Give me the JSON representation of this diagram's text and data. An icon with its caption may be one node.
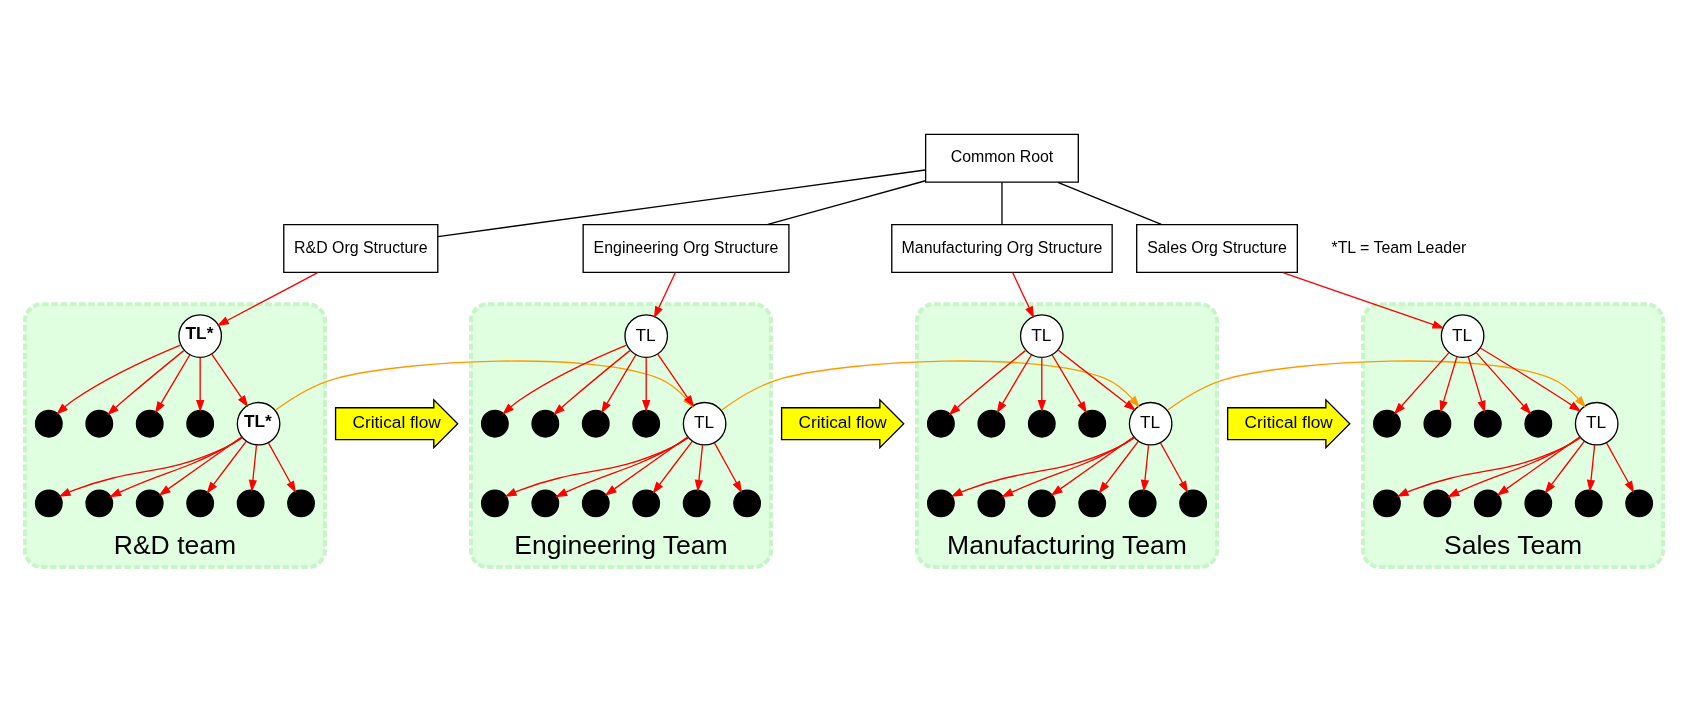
{
  "diagram": {
    "nodes": [
      {
        "text": [
          "Common Root"
        ]
      },
      {
        "text": [
          "R&D Org Structure"
        ]
      },
      {
        "text": [
          "Engineering Org Structure"
        ]
      },
      {
        "text": [
          "Manufacturing Org Structure"
        ]
      },
      {
        "text": [
          "Sales Org Structure"
        ]
      },
      {
        "text": [
          "R&D team"
        ]
      },
      {
        "text": [
          "TL*"
        ],
        "in": 5
      },
      {
        "text": [],
        "shape": "circle",
        "in": 5
      },
      {
        "text": [],
        "shape": "circle",
        "in": 5
      },
      {
        "text": [],
        "shape": "circle",
        "in": 5
      },
      {
        "text": [],
        "shape": "circle",
        "in": 5
      },
      {
        "text": [
          "TL*"
        ],
        "in": 5
      },
      {
        "text": [],
        "shape": "circle",
        "in": 5
      },
      {
        "text": [],
        "shape": "circle",
        "in": 5
      },
      {
        "text": [],
        "shape": "circle",
        "in": 5
      },
      {
        "text": [],
        "shape": "circle",
        "in": 5
      },
      {
        "text": [],
        "shape": "circle",
        "in": 5
      },
      {
        "text": [],
        "shape": "circle",
        "in": 5
      },
      {
        "text": [
          "Critical flow"
        ]
      },
      {
        "text": [
          "Engineering Team"
        ]
      },
      {
        "text": [
          "TL"
        ],
        "in": 19
      },
      {
        "text": [],
        "shape": "circle",
        "in": 19
      },
      {
        "text": [],
        "shape": "circle",
        "in": 19
      },
      {
        "text": [],
        "shape": "circle",
        "in": 19
      },
      {
        "text": [],
        "shape": "circle",
        "in": 19
      },
      {
        "text": [
          "TL"
        ],
        "in": 19
      },
      {
        "text": [],
        "shape": "circle",
        "in": 19
      },
      {
        "text": [],
        "shape": "circle",
        "in": 19
      },
      {
        "text": [],
        "shape": "circle",
        "in": 19
      },
      {
        "text": [],
        "shape": "circle",
        "in": 19
      },
      {
        "text": [],
        "shape": "circle",
        "in": 19
      },
      {
        "text": [],
        "shape": "circle",
        "in": 19
      },
      {
        "text": [
          "Critical flow"
        ]
      },
      {
        "text": [
          "Manufacturing Team"
        ]
      },
      {
        "text": [
          "TL"
        ],
        "in": 33
      },
      {
        "text": [],
        "shape": "circle",
        "in": 33
      },
      {
        "text": [],
        "shape": "circle",
        "in": 33
      },
      {
        "text": [],
        "shape": "circle",
        "in": 33
      },
      {
        "text": [],
        "shape": "circle",
        "in": 33
      },
      {
        "text": [
          "TL"
        ],
        "in": 33
      },
      {
        "text": [],
        "shape": "circle",
        "in": 33
      },
      {
        "text": [],
        "shape": "circle",
        "in": 33
      },
      {
        "text": [],
        "shape": "circle",
        "in": 33
      },
      {
        "text": [],
        "shape": "circle",
        "in": 33
      },
      {
        "text": [],
        "shape": "circle",
        "in": 33
      },
      {
        "text": [],
        "shape": "circle",
        "in": 33
      },
      {
        "text": [
          "Critical flow"
        ]
      },
      {
        "text": [
          "Sales Team"
        ]
      },
      {
        "text": [
          "TL"
        ],
        "in": 47
      },
      {
        "text": [],
        "shape": "circle",
        "in": 47
      },
      {
        "text": [],
        "shape": "circle",
        "in": 47
      },
      {
        "text": [],
        "shape": "circle",
        "in": 47
      },
      {
        "text": [],
        "shape": "circle",
        "in": 47
      },
      {
        "text": [
          "TL"
        ],
        "in": 47
      },
      {
        "text": [],
        "shape": "circle",
        "in": 47
      },
      {
        "text": [],
        "shape": "circle",
        "in": 47
      },
      {
        "text": [],
        "shape": "circle",
        "in": 47
      },
      {
        "text": [],
        "shape": "circle",
        "in": 47
      },
      {
        "text": [],
        "shape": "circle",
        "in": 47
      },
      {
        "text": [],
        "shape": "circle",
        "in": 47
      }
    ],
    "edges": [
      {
        "from": 0,
        "to": 1,
        "arrow": "none",
        "color": "#000000"
      },
      {
        "from": 0,
        "to": 2,
        "arrow": "none",
        "color": "#000000"
      },
      {
        "from": 0,
        "to": 3,
        "arrow": "none",
        "color": "#000000"
      },
      {
        "from": 0,
        "to": 4,
        "arrow": "none",
        "color": "#000000"
      },
      {
        "from": 1,
        "to": 6,
        "arrow": "to"
      },
      {
        "from": 6,
        "to": 7,
        "arrow": "to"
      },
      {
        "from": 6,
        "to": 8,
        "arrow": "to"
      },
      {
        "from": 6,
        "to": 9,
        "arrow": "to"
      },
      {
        "from": 6,
        "to": 10,
        "arrow": "to"
      },
      {
        "from": 6,
        "to": 11,
        "arrow": "to"
      },
      {
        "from": 11,
        "to": 12,
        "arrow": "to"
      },
      {
        "from": 11,
        "to": 13,
        "arrow": "to"
      },
      {
        "from": 11,
        "to": 14,
        "arrow": "to"
      },
      {
        "from": 11,
        "to": 15,
        "arrow": "to"
      },
      {
        "from": 11,
        "to": 16,
        "arrow": "to"
      },
      {
        "from": 11,
        "to": 17,
        "arrow": "to"
      },
      {
        "from": 2,
        "to": 20,
        "arrow": "to"
      },
      {
        "from": 20,
        "to": 21,
        "arrow": "to"
      },
      {
        "from": 20,
        "to": 22,
        "arrow": "to"
      },
      {
        "from": 20,
        "to": 23,
        "arrow": "to"
      },
      {
        "from": 20,
        "to": 24,
        "arrow": "to"
      },
      {
        "from": 20,
        "to": 25,
        "arrow": "to"
      },
      {
        "from": 25,
        "to": 26,
        "arrow": "to"
      },
      {
        "from": 25,
        "to": 27,
        "arrow": "to"
      },
      {
        "from": 25,
        "to": 28,
        "arrow": "to"
      },
      {
        "from": 25,
        "to": 29,
        "arrow": "to"
      },
      {
        "from": 25,
        "to": 30,
        "arrow": "to"
      },
      {
        "from": 25,
        "to": 31,
        "arrow": "to"
      },
      {
        "from": 3,
        "to": 34,
        "arrow": "to"
      },
      {
        "from": 34,
        "to": 35,
        "arrow": "to"
      },
      {
        "from": 34,
        "to": 36,
        "arrow": "to"
      },
      {
        "from": 34,
        "to": 37,
        "arrow": "to"
      },
      {
        "from": 34,
        "to": 38,
        "arrow": "to"
      },
      {
        "from": 34,
        "to": 39,
        "arrow": "to"
      },
      {
        "from": 39,
        "to": 40,
        "arrow": "to"
      },
      {
        "from": 39,
        "to": 41,
        "arrow": "to"
      },
      {
        "from": 39,
        "to": 42,
        "arrow": "to"
      },
      {
        "from": 39,
        "to": 43,
        "arrow": "to"
      },
      {
        "from": 39,
        "to": 44,
        "arrow": "to"
      },
      {
        "from": 39,
        "to": 45,
        "arrow": "to"
      },
      {
        "from": 4,
        "to": 48,
        "arrow": "to"
      },
      {
        "from": 48,
        "to": 49,
        "arrow": "to"
      },
      {
        "from": 48,
        "to": 50,
        "arrow": "to"
      },
      {
        "from": 48,
        "to": 51,
        "arrow": "to"
      },
      {
        "from": 48,
        "to": 52,
        "arrow": "to"
      },
      {
        "from": 48,
        "to": 53,
        "arrow": "to"
      },
      {
        "from": 53,
        "to": 54,
        "arrow": "to"
      },
      {
        "from": 53,
        "to": 55,
        "arrow": "to"
      },
      {
        "from": 53,
        "to": 56,
        "arrow": "to"
      },
      {
        "from": 53,
        "to": 57,
        "arrow": "to"
      },
      {
        "from": 53,
        "to": 58,
        "arrow": "to"
      },
      {
        "from": 53,
        "to": 59,
        "arrow": "to"
      },
      {
        "from": 11,
        "to": 25,
        "arrow": "to",
        "color": "#ff9900"
      },
      {
        "from": 25,
        "to": 39,
        "arrow": "to",
        "color": "#ff9900"
      },
      {
        "from": 39,
        "to": 53,
        "arrow": "to",
        "color": "#ff9900"
      }
    ],
    "labels": [
      "*TL = Team Leader"
    ]
  }
}
